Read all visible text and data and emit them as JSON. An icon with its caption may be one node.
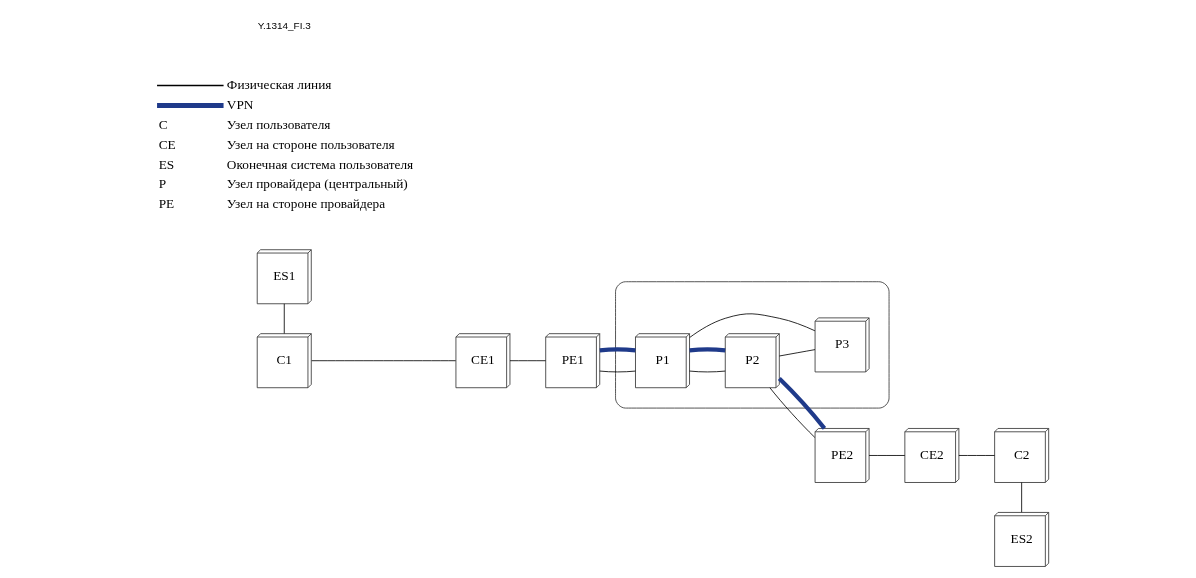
{
  "diagram": {
    "nodes": [
      {
        "text": [
          "ES1"
        ]
      },
      {
        "text": [
          "C1"
        ]
      },
      {
        "text": [
          "CE1"
        ]
      },
      {
        "text": [
          "PE1"
        ]
      },
      {
        "text": [],
        "shape": "cloud"
      },
      {
        "text": [
          "P1"
        ],
        "in": 4
      },
      {
        "text": [
          "P2"
        ],
        "in": 4
      },
      {
        "text": [
          "P3"
        ],
        "in": 4
      },
      {
        "text": [
          "PE2"
        ]
      },
      {
        "text": [
          "CE2"
        ]
      },
      {
        "text": [
          "ES2"
        ]
      },
      {
        "text": [
          "C2"
        ]
      }
    ],
    "edges": [
      {
        "from": 0,
        "to": 1,
        "arrow": "none"
      },
      {
        "from": 1,
        "to": 2,
        "arrow": "none"
      },
      {
        "from": 2,
        "to": 3,
        "arrow": "none"
      },
      {
        "from": 3,
        "to": 5,
        "arrow": "none"
      },
      {
        "from": 5,
        "to": 6,
        "arrow": "none"
      },
      {
        "from": 5,
        "to": 7,
        "arrow": "none"
      },
      {
        "from": 6,
        "to": 7,
        "arrow": "none"
      },
      {
        "from": 6,
        "to": 8,
        "arrow": "none"
      },
      {
        "from": 8,
        "to": 9,
        "arrow": "none"
      },
      {
        "from": 9,
        "to": 11,
        "arrow": "none"
      },
      {
        "from": 11,
        "to": 10,
        "arrow": "none"
      },
      {
        "from": 3,
        "to": 5,
        "arrow": "none",
        "style": "thick",
        "color": "#1f3a8a"
      },
      {
        "from": 5,
        "to": 6,
        "arrow": "none",
        "style": "thick",
        "color": "#1f3a8a"
      },
      {
        "from": 6,
        "to": 8,
        "arrow": "none",
        "style": "thick",
        "color": "#1f3a8a"
      }
    ],
    "labels": [
      "Y.1314_FI.3",
      "C",
      "Узел пользователя",
      "CE",
      "Узел на стороне пользователя",
      "ES",
      "Оконечная система пользователя",
      "P",
      "Узел провайдера (центральный)",
      "PE",
      "Узел на стороне провайдера"
    ],
    "legend": [
      {
        "text": "Физическая линия"
      },
      {
        "text": "VPN"
      }
    ]
  }
}
